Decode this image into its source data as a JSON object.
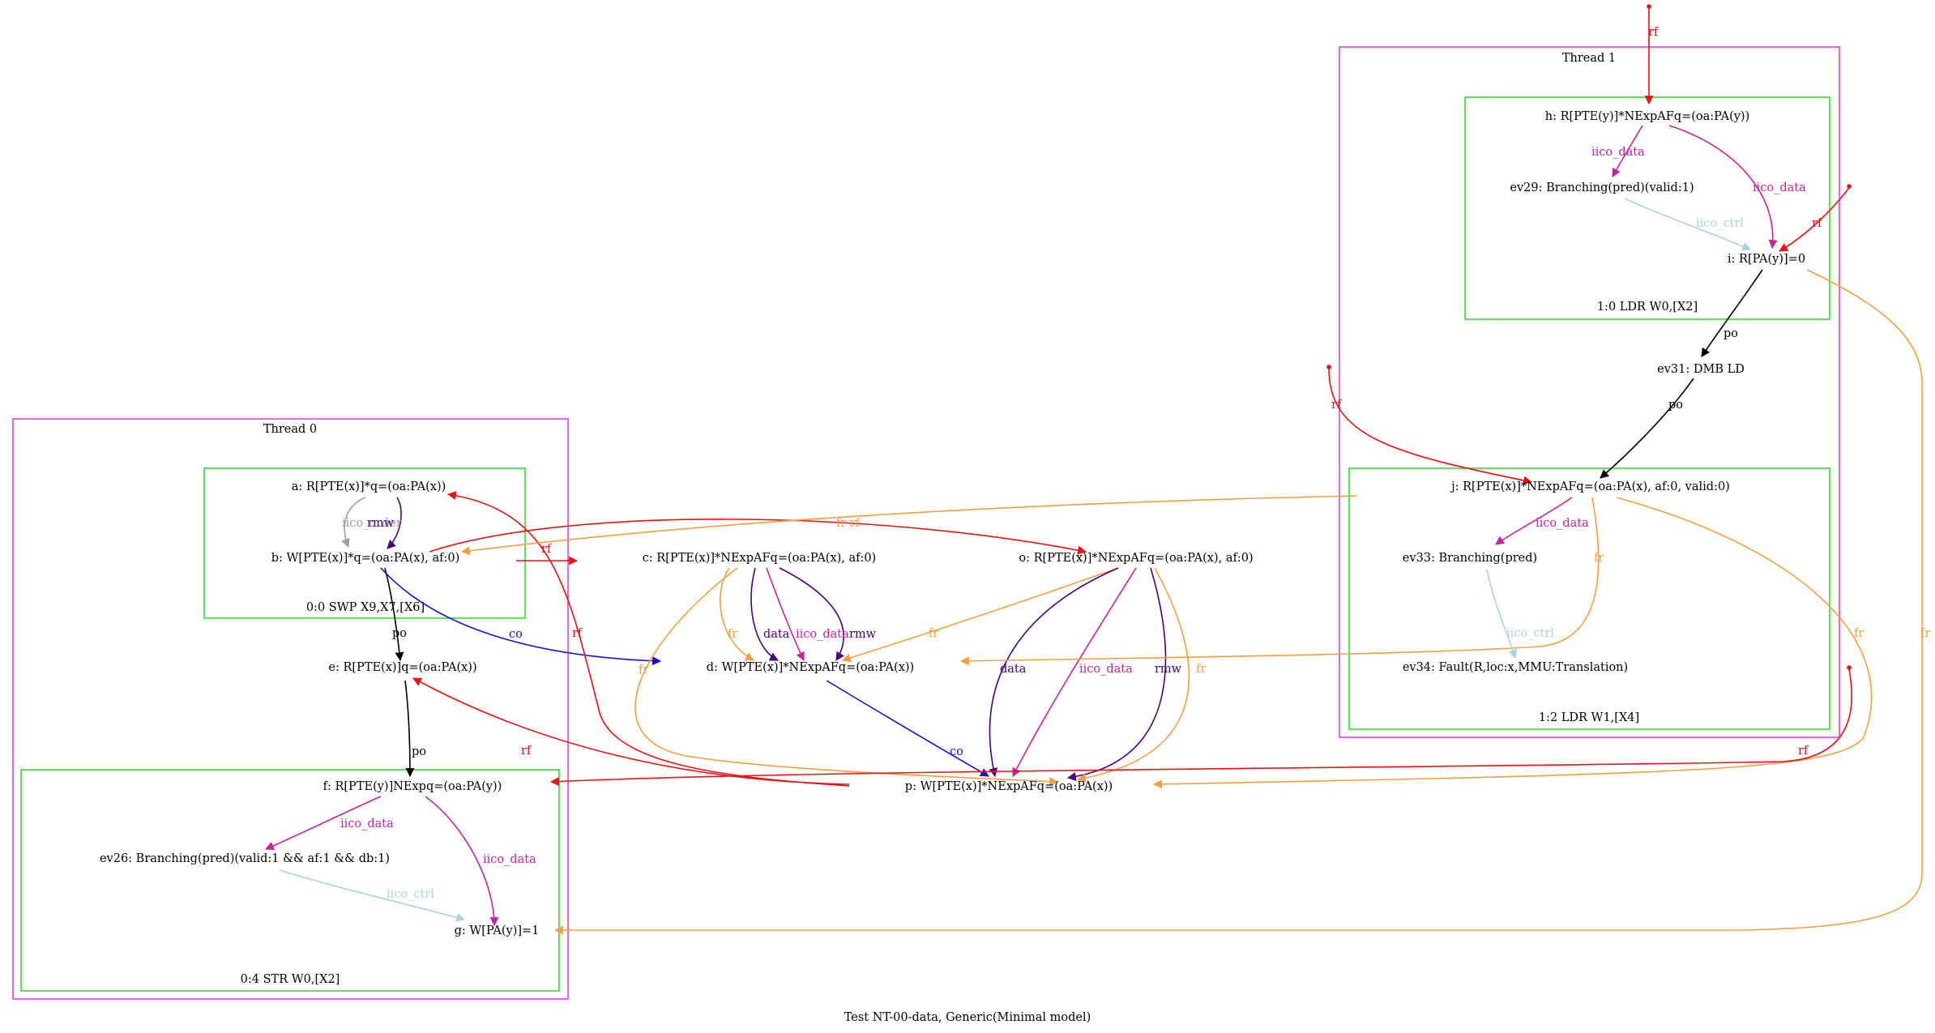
{
  "caption": "Test NT-00-data, Generic(Minimal model)",
  "colors": {
    "thread_box": "#e040e0",
    "instr_box": "#33dd33",
    "rf": "#ee1111",
    "fr": "#f5a040",
    "co": "#1111dd",
    "po": "#000000",
    "iico_data": "#cc2299",
    "iico_ctrl": "#a8d4e0",
    "iico_order": "#a0a0a0",
    "rmw": "#4b0080",
    "data": "#4b0080"
  },
  "clusters": {
    "thread0": "Thread 0",
    "thread1": "Thread 1",
    "i00": "0:0 SWP X9,X7,[X6]",
    "i04": "0:4 STR W0,[X2]",
    "i10": "1:0 LDR W0,[X2]",
    "i12": "1:2 LDR W1,[X4]"
  },
  "nodes": {
    "a": "a: R[PTE(x)]*q=(oa:PA(x))",
    "b": "b: W[PTE(x)]*q=(oa:PA(x), af:0)",
    "c": "c: R[PTE(x)]*NExpAFq=(oa:PA(x), af:0)",
    "d": "d: W[PTE(x)]*NExpAFq=(oa:PA(x))",
    "e": "e: R[PTE(x)]q=(oa:PA(x))",
    "f": "f: R[PTE(y)]NExpq=(oa:PA(y))",
    "ev26": "ev26: Branching(pred)(valid:1 && af:1 && db:1)",
    "g": "g: W[PA(y)]=1",
    "o": "o: R[PTE(x)]*NExpAFq=(oa:PA(x), af:0)",
    "p": "p: W[PTE(x)]*NExpAFq=(oa:PA(x))",
    "h": "h: R[PTE(y)]*NExpAFq=(oa:PA(y))",
    "ev29": "ev29: Branching(pred)(valid:1)",
    "i": "i: R[PA(y)]=0",
    "ev31": "ev31: DMB LD",
    "j": "j: R[PTE(x)]*NExpAFq=(oa:PA(x), af:0, valid:0)",
    "ev33": "ev33: Branching(pred)",
    "ev34": "ev34: Fault(R,loc:x,MMU:Translation)"
  },
  "edge_labels": {
    "rf": "rf",
    "fr": "fr",
    "co": "co",
    "po": "po",
    "rmw": "rmw",
    "data": "data",
    "iico_data": "iico_data",
    "iico_ctrl": "iico_ctrl",
    "iico_order": "iico_order",
    "fr_rf": "fr rf"
  }
}
